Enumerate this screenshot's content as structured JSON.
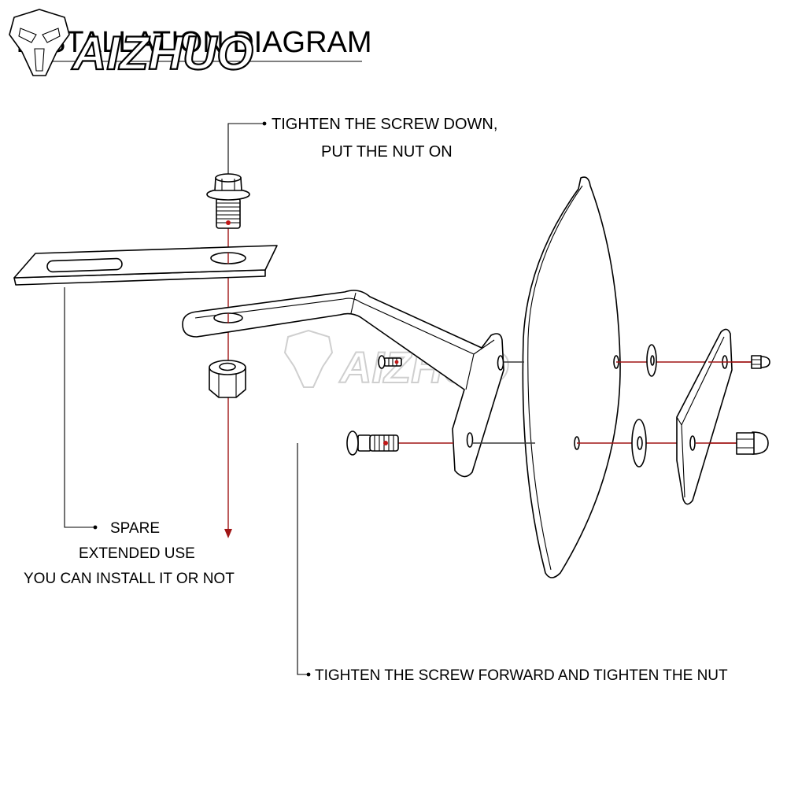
{
  "title": "INSTALLATION DIAGRAM",
  "logo": {
    "text": "AIZHUO",
    "icon": "robot-head-icon"
  },
  "watermark": {
    "text": "AIZHUO",
    "icon": "robot-head-icon"
  },
  "callouts": {
    "top": {
      "line1": "TIGHTEN THE SCREW DOWN,",
      "line2": "PUT THE NUT ON"
    },
    "spare": {
      "line1": "SPARE",
      "line2": "EXTENDED USE",
      "line3": "YOU CAN INSTALL IT OR NOT"
    },
    "bottom": {
      "line1": "TIGHTEN THE SCREW FORWARD AND TIGHTEN THE NUT"
    }
  },
  "colors": {
    "line": "#000000",
    "guide": "#a01515",
    "watermark": "#cfcfcf",
    "background": "#ffffff"
  }
}
